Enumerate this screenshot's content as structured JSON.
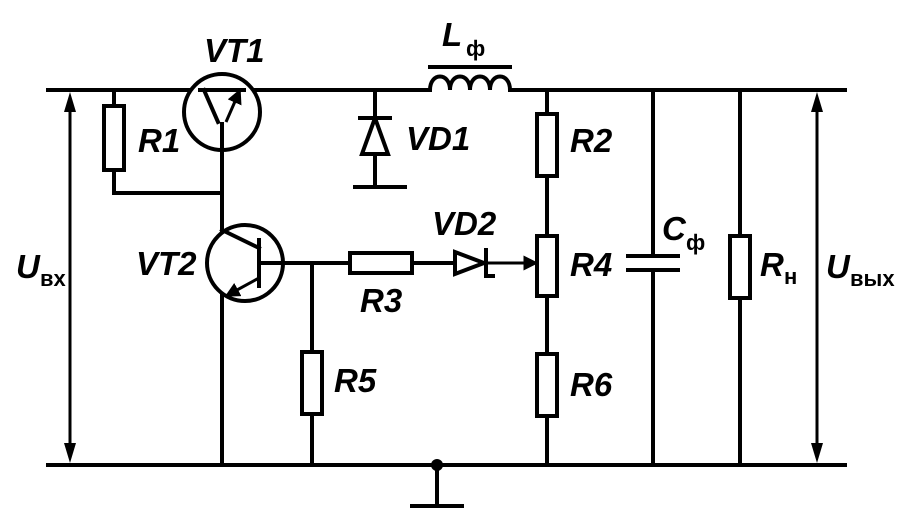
{
  "labels": {
    "vt1": "VT1",
    "vt2": "VT2",
    "l_main": "L",
    "l_sub": "ф",
    "vd1": "VD1",
    "vd2": "VD2",
    "r1": "R1",
    "r2": "R2",
    "r3": "R3",
    "r4": "R4",
    "r5": "R5",
    "r6": "R6",
    "c_main": "C",
    "c_sub": "ф",
    "rn_main": "R",
    "rn_sub": "н",
    "uin_main": "U",
    "uin_sub": "вх",
    "uout_main": "U",
    "uout_sub": "вых"
  }
}
